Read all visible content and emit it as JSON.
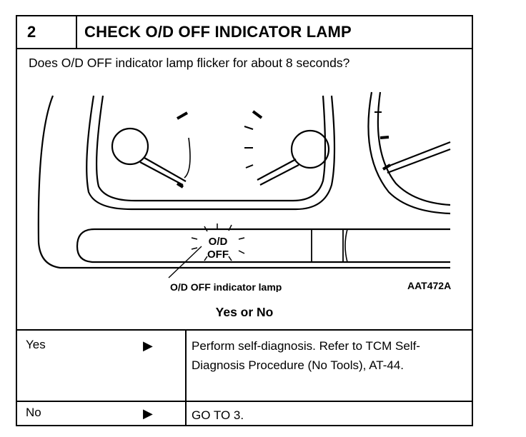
{
  "header": {
    "step": "2",
    "title": "CHECK O/D OFF INDICATOR LAMP"
  },
  "question": "Does O/D OFF indicator lamp flicker for about 8 seconds?",
  "figure": {
    "lamp_line1": "O/D",
    "lamp_line2": "OFF",
    "callout": "O/D OFF indicator lamp",
    "code": "AAT472A"
  },
  "prompt": "Yes or No",
  "arrow_glyph": "▶",
  "rows": [
    {
      "answer": "Yes",
      "action": "Perform self-diagnosis. Refer to TCM Self- Diagnosis Procedure (No Tools), AT-44."
    },
    {
      "answer": "No",
      "action": "GO TO 3."
    }
  ]
}
